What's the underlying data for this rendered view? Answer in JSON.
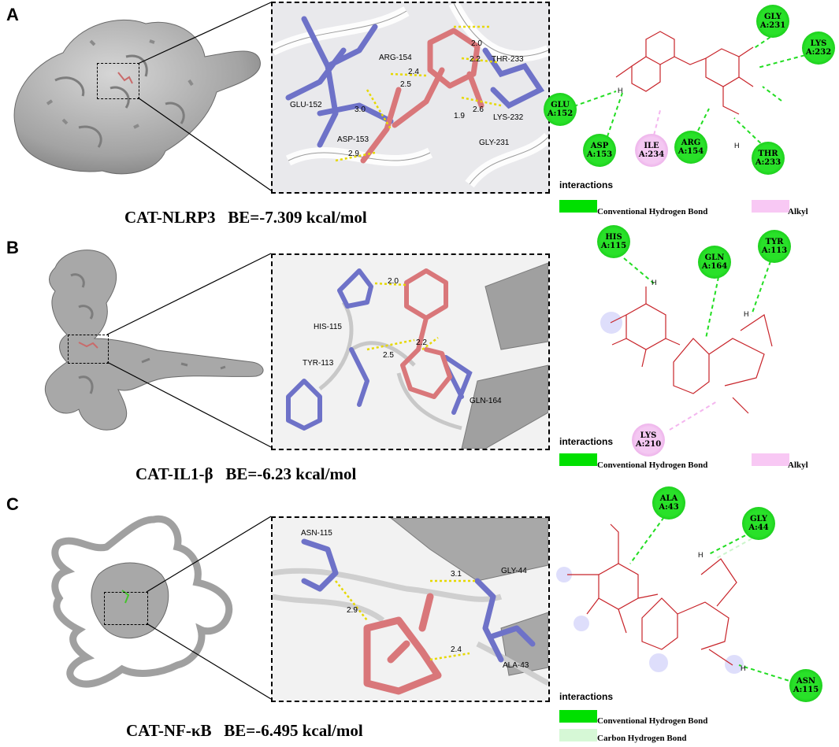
{
  "panels": [
    {
      "letter": "A",
      "caption": "CAT-NLRP3   BE=-7.309 kcal/mol",
      "residue_labels": [
        "ARG-154",
        "GLU-152",
        "ASP-153",
        "THR-233",
        "LYS-232",
        "GLY-231"
      ],
      "distances": [
        "2.0",
        "2.2",
        "2.4",
        "2.5",
        "3.0",
        "2.6",
        "1.9",
        "2.9"
      ],
      "interaction_residues": [
        {
          "name": "GLY",
          "num": "A:231",
          "type": "hbond"
        },
        {
          "name": "LYS",
          "num": "A:232",
          "type": "hbond"
        },
        {
          "name": "GLU",
          "num": "A:152",
          "type": "hbond"
        },
        {
          "name": "ASP",
          "num": "A:153",
          "type": "hbond"
        },
        {
          "name": "ILE",
          "num": "A:234",
          "type": "alkyl"
        },
        {
          "name": "ARG",
          "num": "A:154",
          "type": "hbond"
        },
        {
          "name": "THR",
          "num": "A:233",
          "type": "hbond"
        }
      ],
      "legend_title": "interactions",
      "legend": [
        {
          "label": "Conventional Hydrogen Bond",
          "color": "#00e000"
        },
        {
          "label": "Alkyl",
          "color": "#f8c8f4"
        }
      ]
    },
    {
      "letter": "B",
      "caption": "CAT-IL1-β   BE=-6.23 kcal/mol",
      "residue_labels": [
        "HIS-115",
        "TYR-113",
        "GLN-164"
      ],
      "distances": [
        "2.0",
        "2.2",
        "2.5"
      ],
      "interaction_residues": [
        {
          "name": "HIS",
          "num": "A:115",
          "type": "hbond"
        },
        {
          "name": "GLN",
          "num": "A:164",
          "type": "hbond"
        },
        {
          "name": "TYR",
          "num": "A:113",
          "type": "hbond"
        },
        {
          "name": "LYS",
          "num": "A:210",
          "type": "alkyl"
        }
      ],
      "legend_title": "interactions",
      "legend": [
        {
          "label": "Conventional Hydrogen Bond",
          "color": "#00e000"
        },
        {
          "label": "Alkyl",
          "color": "#f8c8f4"
        }
      ]
    },
    {
      "letter": "C",
      "caption": "CAT-NF-κB   BE=-6.495 kcal/mol",
      "residue_labels": [
        "ASN-115",
        "GLY-44",
        "ALA-43"
      ],
      "distances": [
        "3.1",
        "2.9",
        "2.4"
      ],
      "interaction_residues": [
        {
          "name": "ALA",
          "num": "A:43",
          "type": "hbond"
        },
        {
          "name": "GLY",
          "num": "A:44",
          "type": "hbond"
        },
        {
          "name": "ASN",
          "num": "A:115",
          "type": "hbond"
        }
      ],
      "legend_title": "interactions",
      "legend": [
        {
          "label": "Conventional Hydrogen Bond",
          "color": "#00e000"
        },
        {
          "label": "Carbon Hydrogen Bond",
          "color": "#d6f8d6"
        }
      ]
    }
  ],
  "colors": {
    "surface": "#a8a8a8",
    "protein_residue": "#6e72c8",
    "ligand": "#d9777a",
    "hbond_dash": "#e6d800",
    "interaction_hbond": "#22dd22",
    "interaction_alkyl": "#f4b6ef",
    "ligand_2d": "#c8242a"
  }
}
